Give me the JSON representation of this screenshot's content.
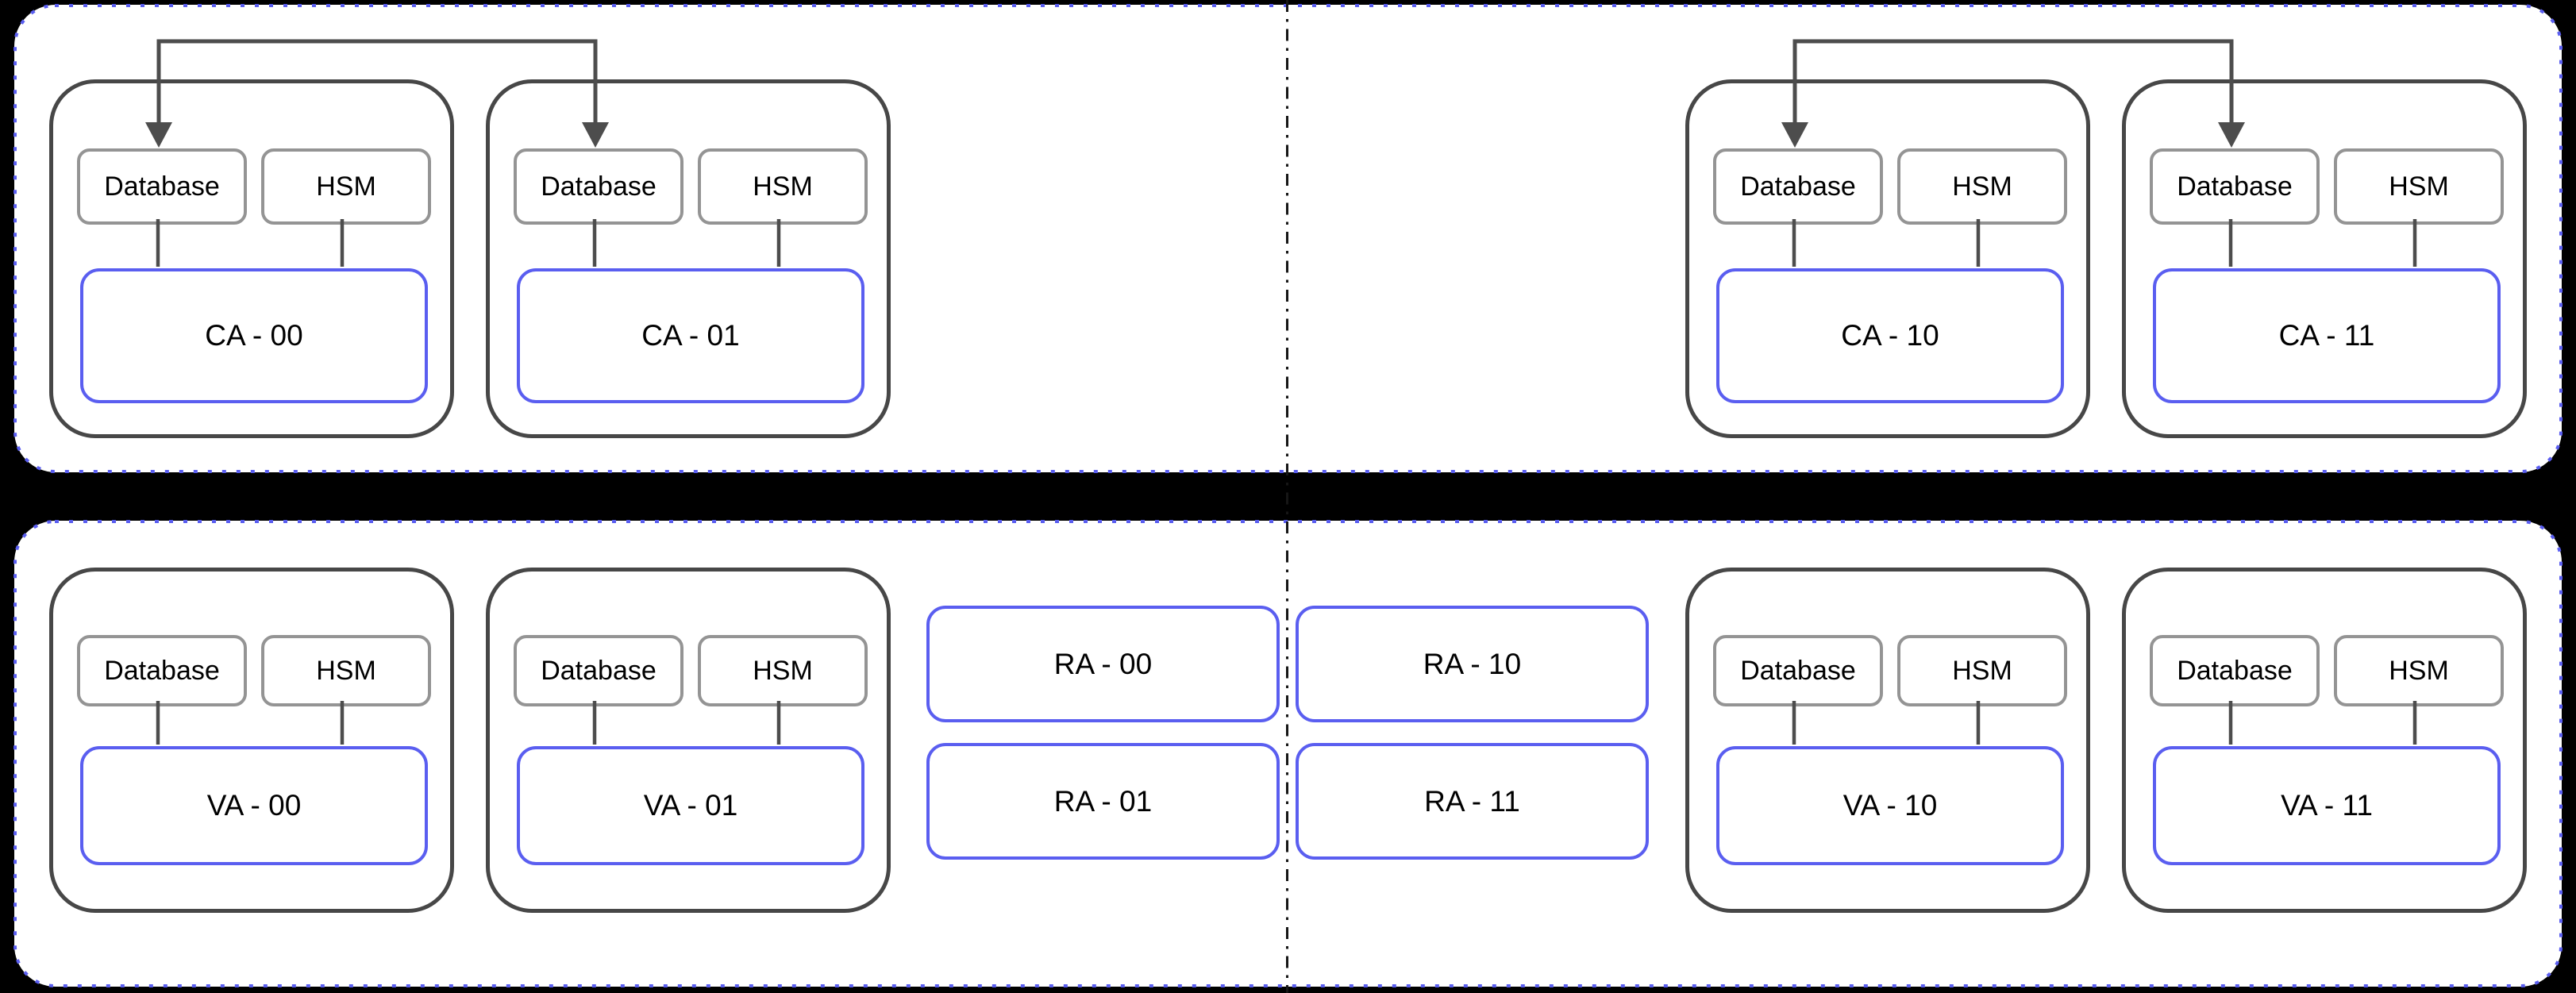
{
  "colors": {
    "background": "#000000",
    "panel_background": "#ffffff",
    "accent_blue": "#5a5ef0",
    "group_border_dark": "#474747",
    "component_border_gray": "#949494",
    "connector_dark": "#4d4d4d",
    "divider_black": "#161616",
    "text_black": "#000000"
  },
  "top_panel": {
    "groups": [
      {
        "label": "CA - 00",
        "database_label": "Database",
        "hsm_label": "HSM"
      },
      {
        "label": "CA - 01",
        "database_label": "Database",
        "hsm_label": "HSM"
      },
      {
        "label": "CA - 10",
        "database_label": "Database",
        "hsm_label": "HSM"
      },
      {
        "label": "CA - 11",
        "database_label": "Database",
        "hsm_label": "HSM"
      }
    ]
  },
  "bottom_panel": {
    "groups": [
      {
        "label": "VA - 00",
        "database_label": "Database",
        "hsm_label": "HSM"
      },
      {
        "label": "VA - 01",
        "database_label": "Database",
        "hsm_label": "HSM"
      },
      {
        "label": "VA - 10",
        "database_label": "Database",
        "hsm_label": "HSM"
      },
      {
        "label": "VA - 11",
        "database_label": "Database",
        "hsm_label": "HSM"
      }
    ],
    "ra_nodes": [
      {
        "label": "RA - 00"
      },
      {
        "label": "RA - 01"
      },
      {
        "label": "RA - 10"
      },
      {
        "label": "RA - 11"
      }
    ]
  }
}
